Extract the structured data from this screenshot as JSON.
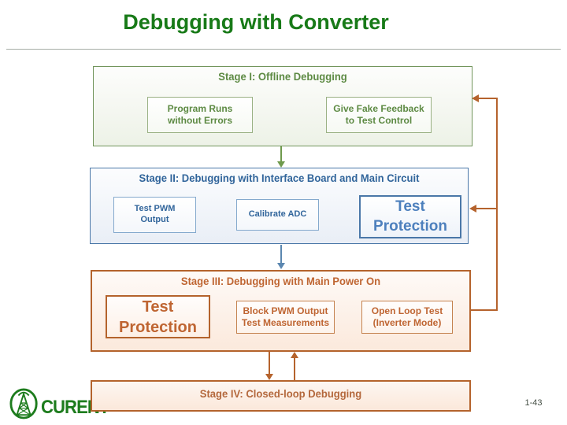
{
  "slide": {
    "title": "Debugging with Converter",
    "page_number": "1-43"
  },
  "logo": {
    "text": "CURENT",
    "emblem": "transmission-tower-icon"
  },
  "colors": {
    "title_green": "#187a18",
    "stage1_green": "#5d8a43",
    "stage2_blue": "#31659b",
    "stage3_orange": "#b4632c",
    "stage4_title_brown": "#b4683c",
    "arrow_green": "#6f9a4d",
    "arrow_blue": "#5b87b0",
    "arrow_orange": "#b5632d",
    "logo_green": "#1d7c1d"
  },
  "stage1": {
    "title": "Stage I: Offline Debugging",
    "box1": "Program Runs\nwithout Errors",
    "box2": "Give Fake Feedback\nto Test Control"
  },
  "stage2": {
    "title": "Stage II: Debugging with Interface Board and Main Circuit",
    "box1": "Test PWM\nOutput",
    "box2": "Calibrate ADC",
    "box3": "Test\nProtection"
  },
  "stage3": {
    "title": "Stage III: Debugging with Main Power On",
    "box1": "Test\nProtection",
    "box2": "Block PWM Output\nTest Measurements",
    "box3": "Open Loop Test\n(Inverter Mode)"
  },
  "stage4": {
    "title": "Stage IV: Closed-loop Debugging"
  }
}
